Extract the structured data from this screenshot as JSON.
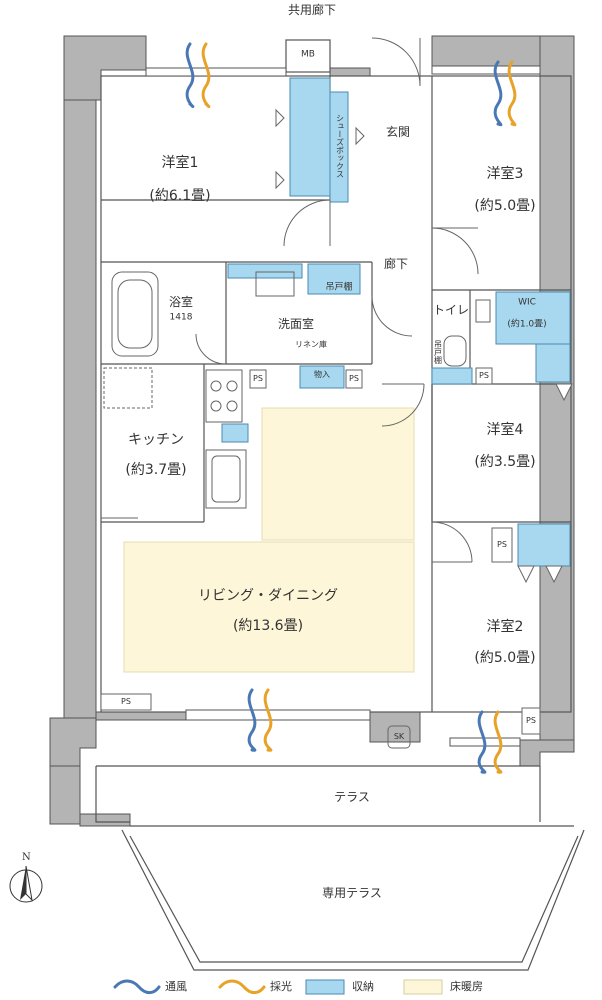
{
  "corridor": "共用廊下",
  "rooms": {
    "western1": {
      "name": "洋室1",
      "size": "(約6.1畳)"
    },
    "western3": {
      "name": "洋室3",
      "size": "(約5.0畳)"
    },
    "western4": {
      "name": "洋室4",
      "size": "(約3.5畳)"
    },
    "western2": {
      "name": "洋室2",
      "size": "(約5.0畳)"
    },
    "kitchen": {
      "name": "キッチン",
      "size": "(約3.7畳)"
    },
    "living": {
      "name": "リビング・ダイニング",
      "size": "(約13.6畳)"
    },
    "bath": {
      "name": "浴室",
      "size": "1418"
    },
    "washroom": {
      "name": "洗面室"
    },
    "toilet": {
      "name": "トイレ"
    },
    "wic": {
      "name": "WIC",
      "size": "(約1.0畳)"
    },
    "entrance": {
      "name": "玄関"
    },
    "hallway": {
      "name": "廊下"
    },
    "terrace": {
      "name": "テラス"
    },
    "private_terrace": {
      "name": "専用テラス"
    }
  },
  "labels": {
    "mb": "MB",
    "shoebox": "シューズボックス",
    "hanging_shelf": "吊戸棚",
    "hanging_shelf_vertical": "吊戸棚",
    "linen": "リネン庫",
    "storage": "物入",
    "ps": "PS",
    "sk": "SK",
    "north": "N"
  },
  "legend": {
    "ventilation": "通風",
    "daylight": "採光",
    "storage": "収納",
    "floor_heating": "床暖房"
  },
  "colors": {
    "storage": "#a8d8ef",
    "floor_heating": "#fdf6d8",
    "ventilation": "#4a78b5",
    "daylight": "#e8a228",
    "wall": "#9b9b9b"
  }
}
